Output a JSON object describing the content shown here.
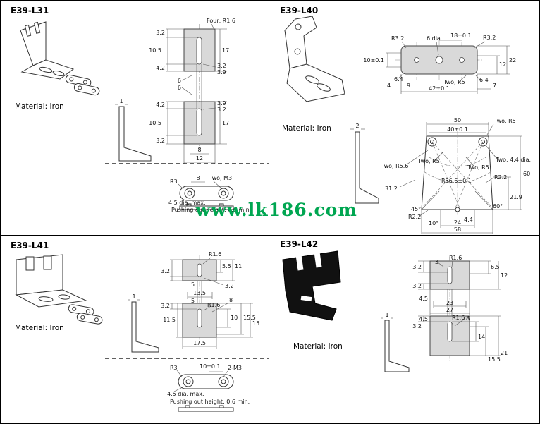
{
  "watermark": {
    "text": "www.lk186.com",
    "color": "#00a651"
  },
  "panels": [
    {
      "title": "E39-L31",
      "material": "Material: Iron",
      "dims": [
        "Four, R1.6",
        "3.2",
        "10.5",
        "4.2",
        "17",
        "3.2",
        "3.9",
        "6",
        "6",
        "3.9",
        "3.2",
        "4.2",
        "10.5",
        "3.2",
        "17",
        "8",
        "12",
        "1",
        "R3",
        "8",
        "Two, M3",
        "4.5 dia. max.",
        "Pushing out height: 0.6 min."
      ]
    },
    {
      "title": "E39-L40",
      "material": "Material: Iron",
      "dims": [
        "R3.2",
        "6 dia.",
        "18±0.1",
        "R3.2",
        "10±0.1",
        "12",
        "22",
        "6.4",
        "4",
        "9",
        "42±0.1",
        "6.4",
        "7",
        "Two, R5",
        "2",
        "50",
        "40±0.1",
        "Two, R5",
        "Two, 4.4 dia.",
        "Two, R5.6",
        "Two, R5",
        "Two, R5",
        "R56.6±0.1",
        "R2.2",
        "31.2",
        "60",
        "21.9",
        "45°",
        "60°",
        "R2.2",
        "10°",
        "4.4",
        "24",
        "58"
      ]
    },
    {
      "title": "E39-L41",
      "material": "Material: Iron",
      "dims": [
        "R1.6",
        "5.5",
        "11",
        "3.2",
        "5",
        "3.2",
        "13.5",
        "5",
        "3.2",
        "R1.6",
        "8",
        "11.5",
        "10",
        "15.5",
        "15",
        "17.5",
        "1",
        "R3",
        "10±0.1",
        "2-M3",
        "4.5 dia. max.",
        "Pushing out height: 0.6 min."
      ]
    },
    {
      "title": "E39-L42",
      "material": "Material: Iron",
      "dims": [
        "3.2",
        "3",
        "R1.6",
        "6.5",
        "12",
        "3.2",
        "4.5",
        "23",
        "27",
        "4.5",
        "R1.6",
        "8",
        "3.2",
        "14",
        "21",
        "15.5",
        "1"
      ]
    }
  ]
}
